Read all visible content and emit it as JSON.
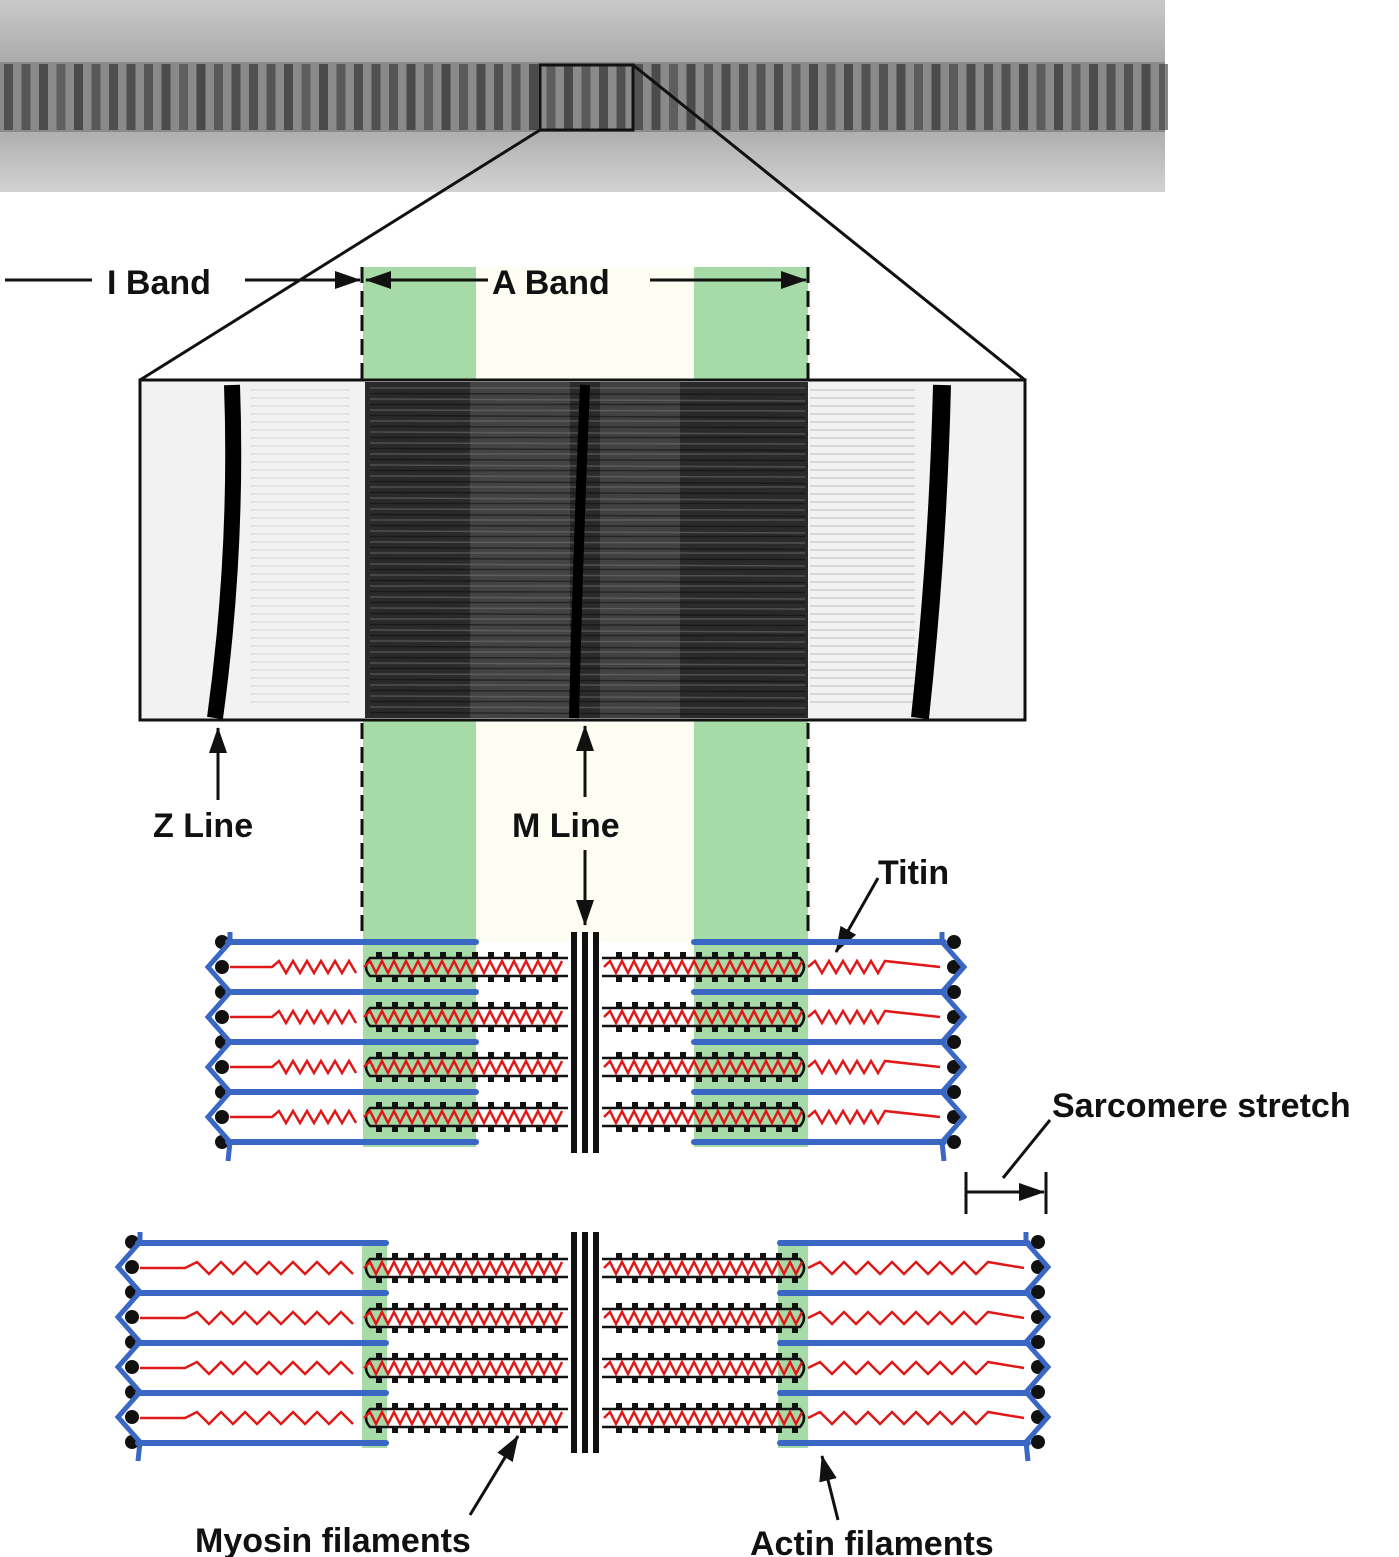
{
  "labels": {
    "i_band": "I Band",
    "a_band": "A Band",
    "z_line": "Z Line",
    "m_line": "M Line",
    "titin": "Titin",
    "sarcomere_stretch": "Sarcomere stretch",
    "myosin_filaments": "Myosin filaments",
    "actin_filaments": "Actin filaments"
  },
  "colors": {
    "actin": "#3a66c4",
    "titin": "#e01818",
    "a_band_overlap": "#a6dba8",
    "h_zone": "#fdfdf4"
  }
}
